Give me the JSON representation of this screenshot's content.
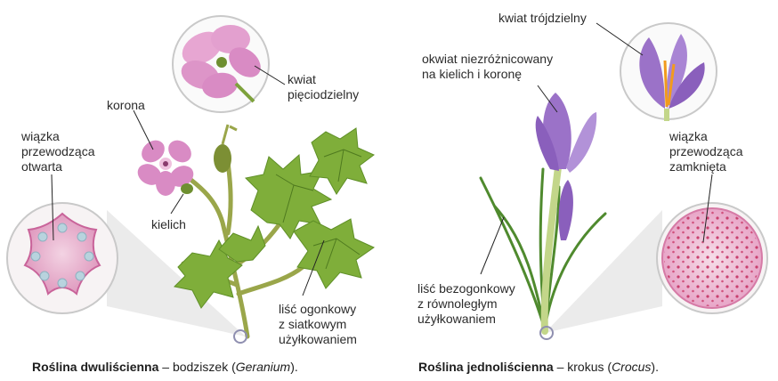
{
  "left": {
    "labels": {
      "corolla": "korona",
      "five_part_flower": "kwiat\npięciodzielny",
      "open_bundle": "wiązka\nprzewodząca\notwarta",
      "calyx": "kielich",
      "petiolate_leaf": "liść ogonkowy\nz siatkowym\nużyłkowaniem"
    },
    "caption": {
      "bold": "Roślina dwuliścienna",
      "rest": " – bodziszek (",
      "latin": "Geranium",
      "end": ")."
    }
  },
  "right": {
    "labels": {
      "three_part_flower": "kwiat trójdzielny",
      "perianth": "okwiat niezróżnicowany\nna kielich i koronę",
      "closed_bundle": "wiązka\nprzewodząca\nzamknięta",
      "sessile_leaf": "liść bezogonkowy\nz równoległym\nużyłkowaniem"
    },
    "caption": {
      "bold": "Roślina jednoliścienna",
      "rest": " – krokus (",
      "latin": "Crocus",
      "end": ")."
    }
  },
  "colors": {
    "geranium_petal": "#d98bc4",
    "leaf_green": "#7fae3a",
    "crocus_petal": "#9b72c8",
    "stem_cross_section": "#e8a6c8"
  }
}
